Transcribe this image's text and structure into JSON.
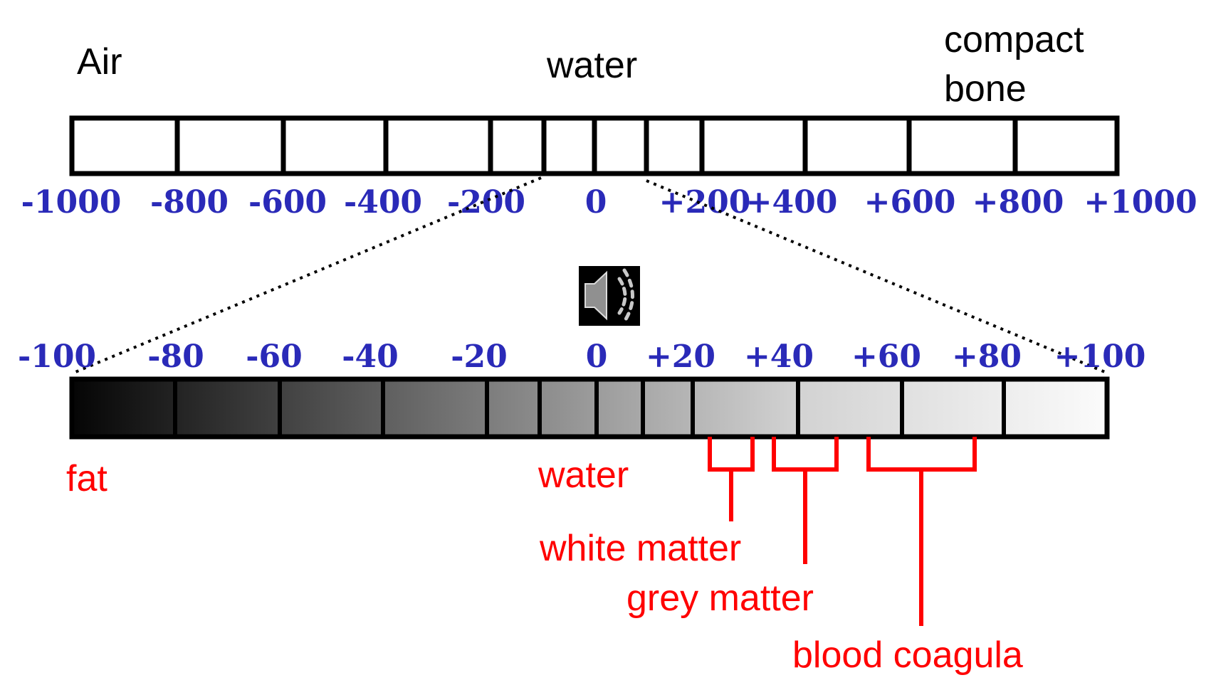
{
  "top_scale": {
    "labels": {
      "air": "Air",
      "water": "water",
      "compact_bone_line1": "compact",
      "compact_bone_line2": "bone"
    },
    "ticks": [
      "-1000",
      "-800",
      "-600",
      "-400",
      "-200",
      "0",
      "+200",
      "+400",
      "+600",
      "+800",
      "+1000"
    ]
  },
  "bottom_scale": {
    "ticks": [
      "-100",
      "-80",
      "-60",
      "-40",
      "-20",
      "0",
      "+20",
      "+40",
      "+60",
      "+80",
      "+100"
    ],
    "labels": {
      "fat": "fat",
      "water": "water",
      "white_matter": "white matter",
      "grey_matter": "grey matter",
      "blood_coagula": "blood coagula"
    }
  },
  "colors": {
    "tick_text": "#2a2ab8",
    "annotation": "#ff0000",
    "outline": "#000000"
  },
  "icons": {
    "audio": "speaker-icon"
  }
}
